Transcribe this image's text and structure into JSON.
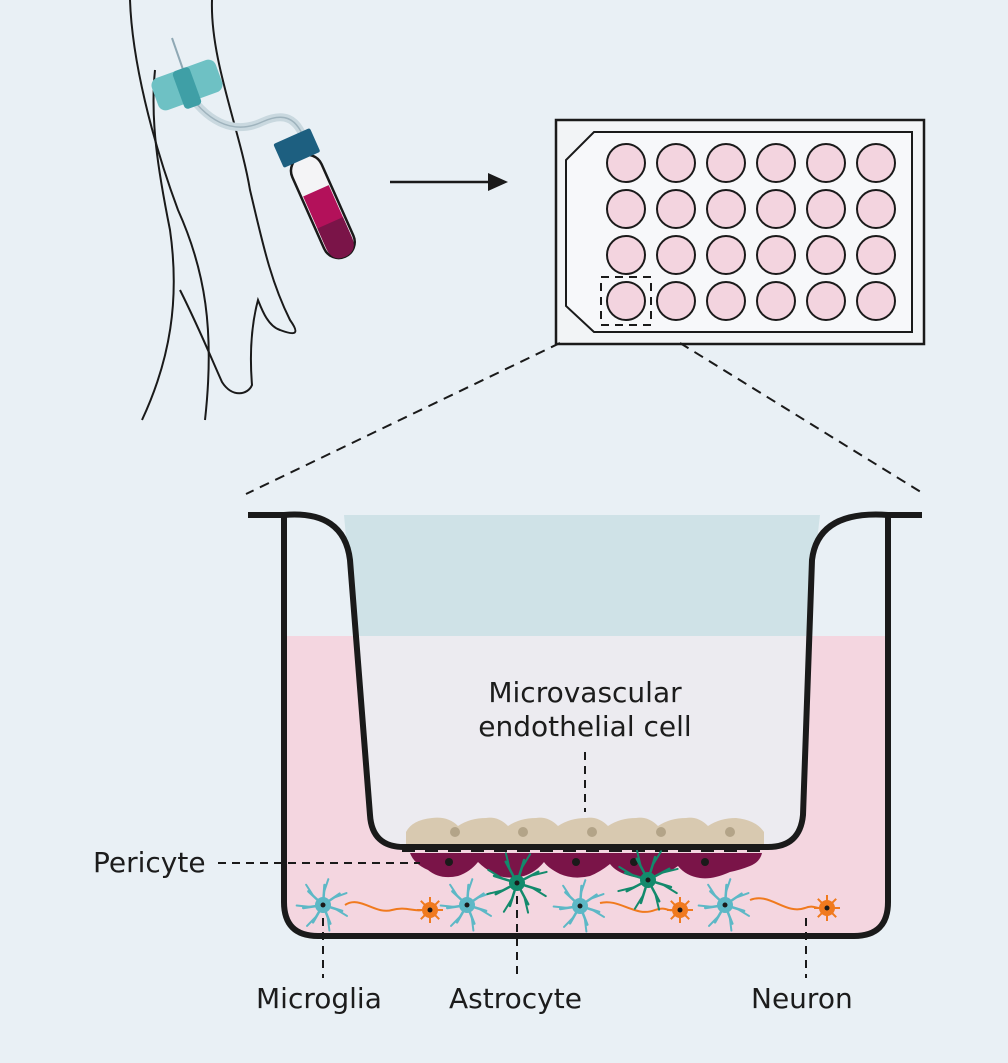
{
  "labels": {
    "endothelial_line1": "Microvascular",
    "endothelial_line2": "endothelial cell",
    "pericyte": "Pericyte",
    "microglia": "Microglia",
    "astrocyte": "Astrocyte",
    "neuron": "Neuron"
  },
  "plate": {
    "rows": 4,
    "columns": 6
  },
  "colors": {
    "background": "#e9f0f5",
    "well_fill": "#f3d4df",
    "insert_medium": "#ecebf0",
    "insert_top_medium": "#cfe2e7",
    "outer_medium": "#f4d6e0",
    "endothelial": "#d8c9b0",
    "pericyte": "#7a1448",
    "astrocyte": "#138a6c",
    "microglia": "#5db8c6",
    "neuron": "#f07a1e",
    "blood": "#b3115a",
    "butterfly": "#6ec1c4",
    "tube_cap": "#1d5f80"
  }
}
